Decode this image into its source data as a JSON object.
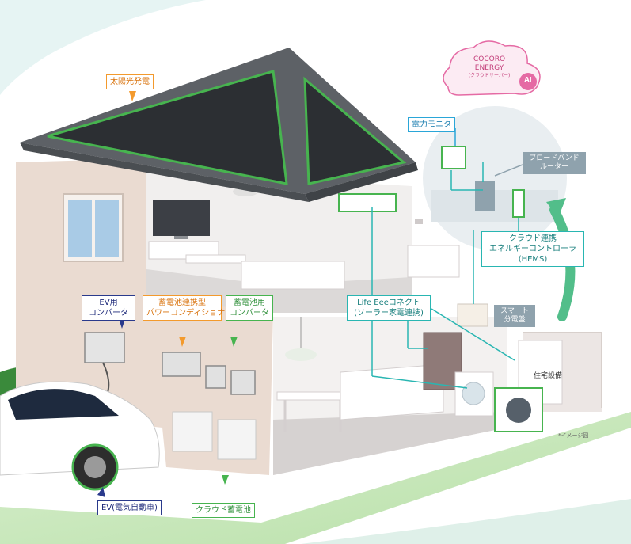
{
  "labels": {
    "solar": "太陽光発電",
    "power_monitor": "電力モニタ",
    "broadband_router_1": "ブロードバンド",
    "broadband_router_2": "ルーター",
    "hems_1": "クラウド連携",
    "hems_2": "エネルギーコントローラ",
    "hems_3": "(HEMS)",
    "ev_converter_1": "EV用",
    "ev_converter_2": "コンバータ",
    "power_conditioner_1": "蓄電池連携型",
    "power_conditioner_2": "パワーコンディショナ",
    "battery_converter_1": "蓄電池用",
    "battery_converter_2": "コンバータ",
    "life_eee_1": "Life Eeeコネクト",
    "life_eee_2": "(ソーラー家電連携)",
    "smart_panel_1": "スマート",
    "smart_panel_2": "分電盤",
    "housing_equipment": "住宅設備",
    "ev": "EV(電気自動車)",
    "cloud_battery": "クラウド蓄電池",
    "image_note": "*イメージ図"
  },
  "cloud": {
    "line1": "COCORO",
    "line2": "ENERGY",
    "line3": "(クラウドサーバー)",
    "badge": "AI"
  },
  "colors": {
    "orange": "#f39a2d",
    "green": "#47b44f",
    "navy": "#2a3a8c",
    "teal": "#29b6b2",
    "blue": "#2aa6d8",
    "pink": "#e56aa4"
  }
}
